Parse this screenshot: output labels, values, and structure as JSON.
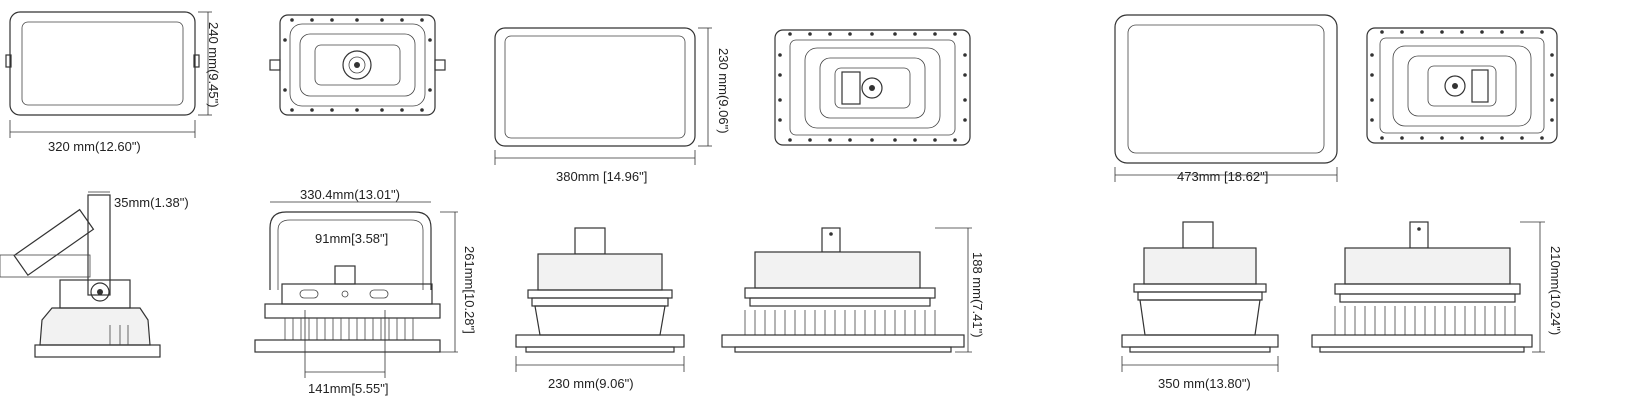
{
  "dimensions": {
    "small_front_width": "320 mm(12.60\")",
    "small_front_height": "240 mm(9.45\")",
    "small_side_bracket": "35mm(1.38\")",
    "small_side_top": "330.4mm(13.01\")",
    "small_side_inner": "91mm[3.58\"]",
    "small_side_height": "261mm[10.28\"]",
    "small_side_base": "141mm[5.55\"]",
    "medium_front_width": "380mm [14.96\"]",
    "medium_front_height": "230 mm(9.06\")",
    "medium_side_width": "230 mm(9.06\")",
    "medium_side_height": "188 mm(7.41\")",
    "large_front_width": "473mm [18.62\"]",
    "large_side_width": "350 mm(13.80\")",
    "large_side_height": "210mm(10.24\")"
  },
  "colors": {
    "line": "#333333",
    "background": "#ffffff"
  }
}
